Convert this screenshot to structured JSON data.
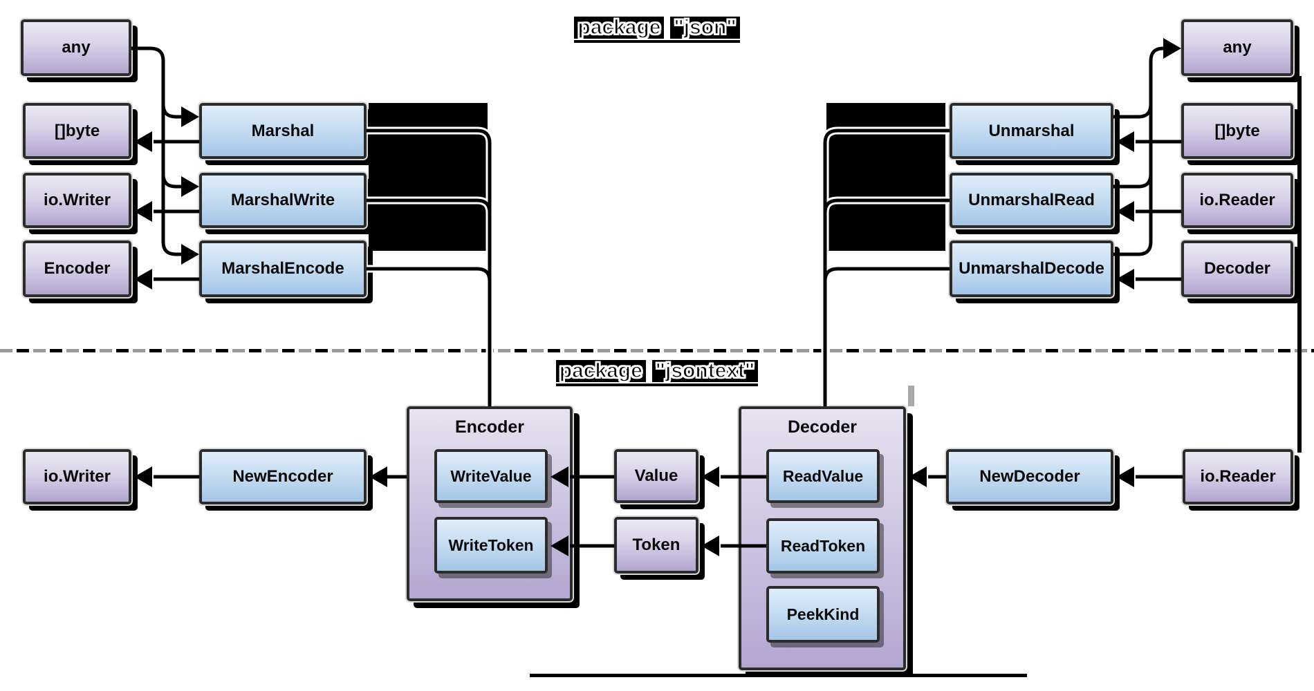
{
  "titles": {
    "json_package": {
      "word1": "package",
      "word2": "\"json\""
    },
    "jsontext_package": {
      "word1": "package",
      "word2": "\"jsontext\""
    }
  },
  "json_section": {
    "any_left": "any",
    "byte_left": "[]byte",
    "iowriter_left": "io.Writer",
    "encoder_left": "Encoder",
    "marshal": "Marshal",
    "marshal_write": "MarshalWrite",
    "marshal_encode": "MarshalEncode",
    "unmarshal": "Unmarshal",
    "unmarshal_read": "UnmarshalRead",
    "unmarshal_decode": "UnmarshalDecode",
    "any_right": "any",
    "byte_right": "[]byte",
    "ioreader_right": "io.Reader",
    "decoder_right": "Decoder"
  },
  "jsontext_section": {
    "iowriter_bottom": "io.Writer",
    "new_encoder": "NewEncoder",
    "encoder_container": "Encoder",
    "write_value": "WriteValue",
    "write_token": "WriteToken",
    "value": "Value",
    "token": "Token",
    "decoder_container": "Decoder",
    "read_value": "ReadValue",
    "read_token": "ReadToken",
    "peek_kind": "PeekKind",
    "new_decoder": "NewDecoder",
    "ioreader_bottom": "io.Reader"
  },
  "edges": [
    {
      "from": "any",
      "to": "Marshal"
    },
    {
      "from": "any",
      "to": "MarshalWrite"
    },
    {
      "from": "any",
      "to": "MarshalEncode"
    },
    {
      "from": "Marshal",
      "to": "[]byte"
    },
    {
      "from": "MarshalWrite",
      "to": "io.Writer"
    },
    {
      "from": "MarshalEncode",
      "to": "Encoder"
    },
    {
      "from": "Marshal",
      "to": "jsontext.Encoder"
    },
    {
      "from": "MarshalWrite",
      "to": "jsontext.Encoder"
    },
    {
      "from": "MarshalEncode",
      "to": "jsontext.Encoder"
    },
    {
      "from": "[]byte",
      "to": "Unmarshal"
    },
    {
      "from": "io.Reader",
      "to": "UnmarshalRead"
    },
    {
      "from": "Decoder",
      "to": "UnmarshalDecode"
    },
    {
      "from": "Unmarshal",
      "to": "any"
    },
    {
      "from": "UnmarshalRead",
      "to": "any"
    },
    {
      "from": "UnmarshalDecode",
      "to": "any"
    },
    {
      "from": "Unmarshal",
      "to": "jsontext.Decoder"
    },
    {
      "from": "UnmarshalRead",
      "to": "jsontext.Decoder"
    },
    {
      "from": "UnmarshalDecode",
      "to": "jsontext.Decoder"
    },
    {
      "from": "jsontext.Encoder",
      "to": "NewEncoder"
    },
    {
      "from": "NewEncoder",
      "to": "io.Writer"
    },
    {
      "from": "Value",
      "to": "WriteValue"
    },
    {
      "from": "Token",
      "to": "WriteToken"
    },
    {
      "from": "ReadValue",
      "to": "Value"
    },
    {
      "from": "ReadToken",
      "to": "Token"
    },
    {
      "from": "jsontext.Decoder",
      "to": "NewDecoder"
    },
    {
      "from": "io.Reader",
      "to": "NewDecoder"
    }
  ],
  "colors": {
    "purple_top": "#ebe8f4",
    "purple_bottom": "#b2a5d0",
    "blue_top": "#e0edf9",
    "blue_bottom": "#a4c6e8",
    "border": "#2b2b2b",
    "shadow": "#000000",
    "dash_gray": "#999999",
    "dash_black": "#000000"
  }
}
